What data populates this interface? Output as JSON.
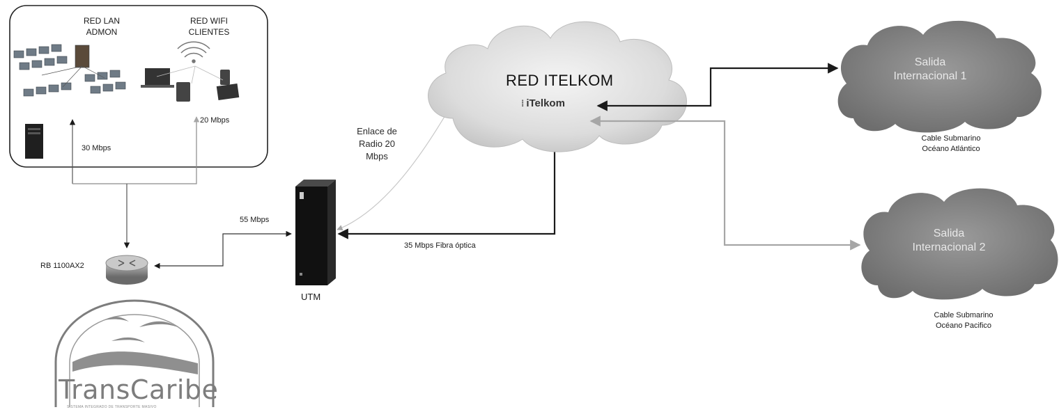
{
  "groups": {
    "red_lan": "RED LAN\nADMON",
    "red_wifi": "RED WIFI\nCLIENTES"
  },
  "links": {
    "lan_speed": "30 Mbps",
    "wifi_speed": "20 Mbps",
    "router_utm": "55 Mbps",
    "utm_itelkom": "35 Mbps Fibra óptica",
    "radio": "Enlace de\nRadio 20\nMbps"
  },
  "devices": {
    "router": "RB 1100AX2",
    "utm": "UTM"
  },
  "isp": {
    "cloud_title": "RED ITELKOM",
    "logo_text": "iTelkom"
  },
  "exits": [
    {
      "title": "Salida\nInternacional 1",
      "caption": "Cable Submarino\nOcéano Atlántico"
    },
    {
      "title": "Salida\nInternacional 2",
      "caption": "Cable Submarino\nOcéano Pacifico"
    }
  ],
  "logo": {
    "name": "TransCaribe",
    "tagline": "SISTEMA INTEGRADO DE TRANSPORTE MASIVO"
  },
  "colors": {
    "main_link": "#1a1a1a",
    "secondary_link": "#a6a6a6",
    "exit_cloud": "#8c8c8c",
    "isp_cloud": "#d9d9d9"
  }
}
